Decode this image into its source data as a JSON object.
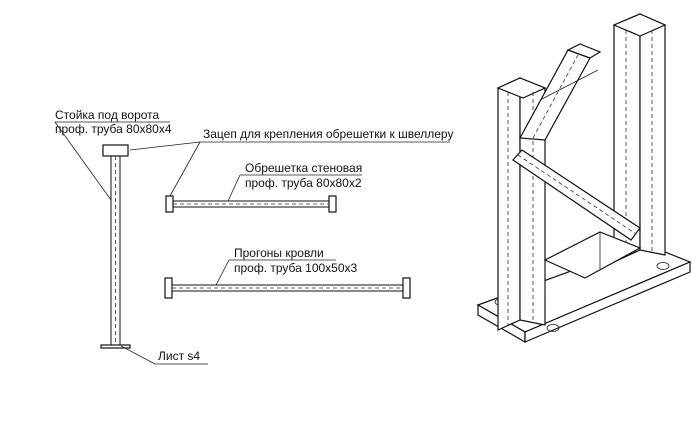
{
  "labels": {
    "post_line1": "Стойка под ворота",
    "post_line2": "проф. труба 80x80x4",
    "hook": "Зацеп для крепления обрешетки к швеллеру",
    "lathing_line1": "Обрешетка стеновая",
    "lathing_line2": "проф. труба 80x80x2",
    "purlin_line1": "Прогоны кровли",
    "purlin_line2": "проф. труба 100x50x3",
    "sheet": "Лист s4"
  }
}
